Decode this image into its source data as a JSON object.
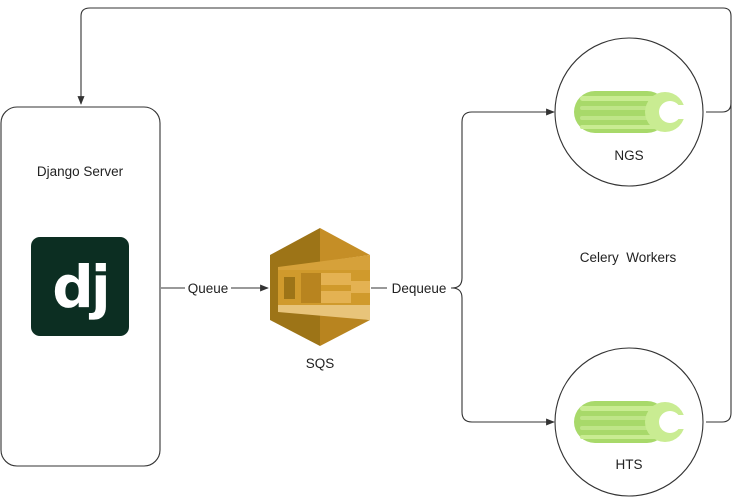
{
  "server": {
    "title": "Django Server",
    "logo_text": "dj",
    "logo_color": "#0c2e22"
  },
  "queue": {
    "label": "SQS",
    "color_dark": "#9d7417",
    "color_mid": "#d09a2c",
    "color_light": "#e8c47a"
  },
  "edges": {
    "queue_label": "Queue",
    "dequeue_label": "Dequeue"
  },
  "workers": {
    "group_label": "Celery  Workers",
    "items": [
      {
        "label": "NGS"
      },
      {
        "label": "HTS"
      }
    ],
    "celery_color": "#a8d96a",
    "celery_color_light": "#c9ec92"
  },
  "icons": {
    "server_logo": "django-logo-icon",
    "queue": "aws-sqs-icon",
    "worker": "celery-icon"
  }
}
